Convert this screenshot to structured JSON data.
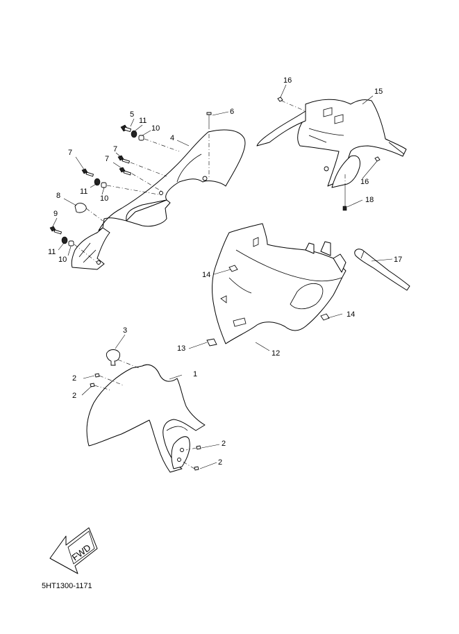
{
  "diagram": {
    "callouts": {
      "c1": "1",
      "c2a": "2",
      "c2b": "2",
      "c2c": "2",
      "c2d": "2",
      "c3": "3",
      "c4": "4",
      "c5": "5",
      "c6": "6",
      "c7a": "7",
      "c7b": "7",
      "c7c": "7",
      "c8": "8",
      "c9": "9",
      "c10a": "10",
      "c10b": "10",
      "c10c": "10",
      "c11a": "11",
      "c11b": "11",
      "c11c": "11",
      "c12": "12",
      "c13": "13",
      "c14a": "14",
      "c14b": "14",
      "c15": "15",
      "c16a": "16",
      "c16b": "16",
      "c17": "17",
      "c18": "18"
    },
    "fwd_label": "FWD",
    "code": "5HT1300-1171"
  }
}
